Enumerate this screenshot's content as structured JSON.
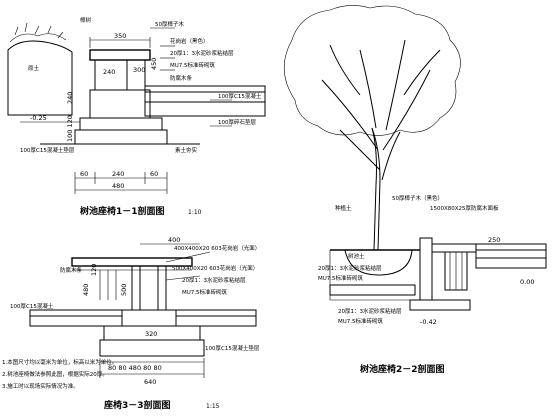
{
  "section_1": {
    "title": "树池座椅1－1剖面图",
    "scale": "1:10",
    "label_tree": "樟树",
    "label_soil": "原土",
    "dim_350": "350",
    "dim_240": "240",
    "dim_300": "300",
    "dim_50": "50",
    "dim_450": "450",
    "dim_240b": "240",
    "dim_100_120": "100 120",
    "dim_60_left": "60",
    "dim_240_bottom": "240",
    "dim_60_right": "60",
    "dim_480": "480",
    "level": "-0.25",
    "note_1": "50厚樟子木",
    "note_2": "花岗岩（黑色）",
    "note_3": "20厚1：3水泥砂浆粘结层",
    "note_4": "MU7.5标准砖砌筑",
    "note_5": "100厚C15混凝土",
    "note_6": "100厚碎石垫层",
    "note_7": "素土夯实",
    "note_8": "防腐木条",
    "note_9": "100厚C15混凝土垫层"
  },
  "section_2": {
    "title": "树池座椅2－2剖面图",
    "note_1": "50厚樟子木（黑色）",
    "note_2": "1500X80X25厚防腐木面板",
    "note_3": "种植土",
    "note_4": "20厚1：3水泥砂浆粘结层",
    "note_5": "MU7.5标准砖砌筑",
    "note_6": "20厚1：3水泥砂浆粘结层",
    "note_7": "MU7.5标准砖砌筑",
    "note_8": "树池土",
    "dim_250": "250",
    "level_1": "0.00",
    "level_2": "-0.42"
  },
  "section_3": {
    "title": "座椅3－3剖面图",
    "scale": "1:15",
    "dim_400": "400",
    "dim_480": "480",
    "dim_120": "120",
    "dim_500": "500",
    "dim_320": "320",
    "dim_80_80_480_80_80": "80 80 480 80 80",
    "dim_640": "640",
    "note_1": "400X400X20 603花岗岩（光面）",
    "note_2": "500X400X20 603花岗岩（光面）",
    "note_3": "20厚1：3水泥砂浆粘结层",
    "note_4": "MU7.5标准砖砌筑",
    "note_5": "100厚C15混凝土",
    "note_6": "防腐木条",
    "note_7": "100厚C15混凝土垫层"
  },
  "notes": {
    "line_1": "1.本图尺寸均以毫米为单位，标高以米为单位。",
    "line_2": "2.树池座椅做法参照此图，根据实际20厚。",
    "line_3": "3.施工时以现场实际情况为准。"
  }
}
